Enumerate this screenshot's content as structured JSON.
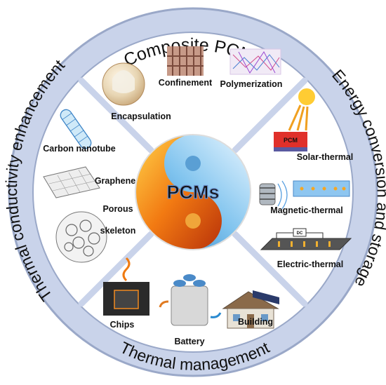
{
  "center_label": "PCMs",
  "sections": {
    "top": "Composite PCMs",
    "left": "Thermal conductivity enhancement",
    "right": "Energy conversion and storage",
    "bottom": "Thermal management"
  },
  "items": {
    "polymerization": "Polymerization",
    "confinement": "Confinement",
    "encapsulation": "Encapsulation",
    "carbon_nanotube": "Carbon nanotube",
    "graphene": "Graphene",
    "porous_line1": "Porous",
    "porous_line2": "skeleton",
    "solar_thermal": "Solar-thermal",
    "pcm_block": "PCM",
    "magnetic_thermal": "Magnetic-thermal",
    "electric_thermal": "Electric-thermal",
    "dc_label": "DC",
    "chips": "Chips",
    "battery": "Battery",
    "building": "Building"
  },
  "colors": {
    "ring": "#c9d3ea",
    "ring_stroke": "#9aa8c8",
    "divider": "#c9d3ea",
    "fire": "#f28a1e",
    "water": "#6fb8e8",
    "pcm_red": "#e0302a"
  }
}
